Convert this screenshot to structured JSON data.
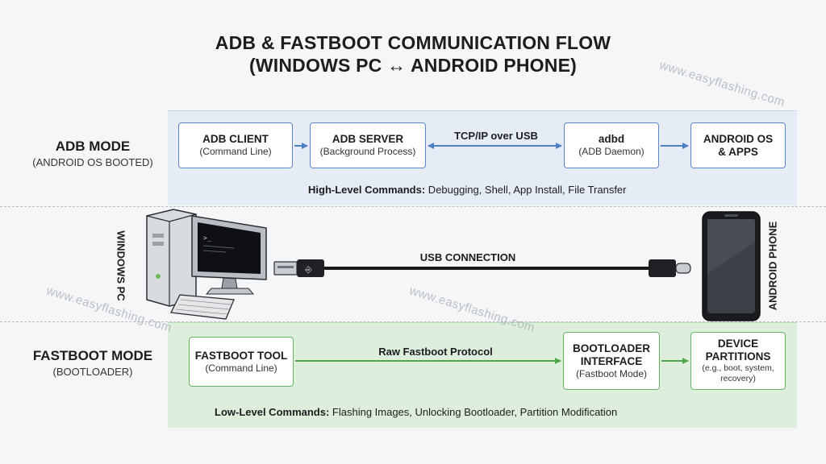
{
  "title": {
    "line1": "ADB & FASTBOOT COMMUNICATION FLOW",
    "line2": "(WINDOWS PC ↔ ANDROID PHONE)"
  },
  "watermark": "www.easyflashing.com",
  "adb": {
    "mode_title": "ADB MODE",
    "mode_subtitle": "(ANDROID OS BOOTED)",
    "client": {
      "title": "ADB CLIENT",
      "subtitle": "(Command Line)"
    },
    "server": {
      "title": "ADB SERVER",
      "subtitle": "(Background Process)"
    },
    "link_label": "TCP/IP over USB",
    "daemon": {
      "title": "adbd",
      "subtitle": "(ADB Daemon)"
    },
    "os": {
      "title_line1": "ANDROID OS",
      "title_line2": "& APPS"
    },
    "commands_label": "High-Level Commands:",
    "commands_text": " Debugging, Shell, App Install, File Transfer"
  },
  "connection": {
    "pc_label": "WINDOWS PC",
    "phone_label": "ANDROID PHONE",
    "usb_label": "USB CONNECTION"
  },
  "fastboot": {
    "mode_title": "FASTBOOT MODE",
    "mode_subtitle": "(BOOTLOADER)",
    "tool": {
      "title": "FASTBOOT TOOL",
      "subtitle": "(Command Line)"
    },
    "link_label": "Raw Fastboot Protocol",
    "bootloader": {
      "title_line1": "BOOTLOADER",
      "title_line2": "INTERFACE",
      "subtitle": "(Fastboot Mode)"
    },
    "partitions": {
      "title_line1": "DEVICE",
      "title_line2": "PARTITIONS",
      "sub_line1": "(e.g., boot, system,",
      "sub_line2": "recovery)"
    },
    "commands_label": "Low-Level Commands:",
    "commands_text": " Flashing Images, Unlocking Bootloader, Partition Modification"
  },
  "colors": {
    "adb_accent": "#5b87c9",
    "fastboot_accent": "#66b366",
    "adb_band": "#e6ecf5",
    "fastboot_band": "#ddeedd"
  }
}
